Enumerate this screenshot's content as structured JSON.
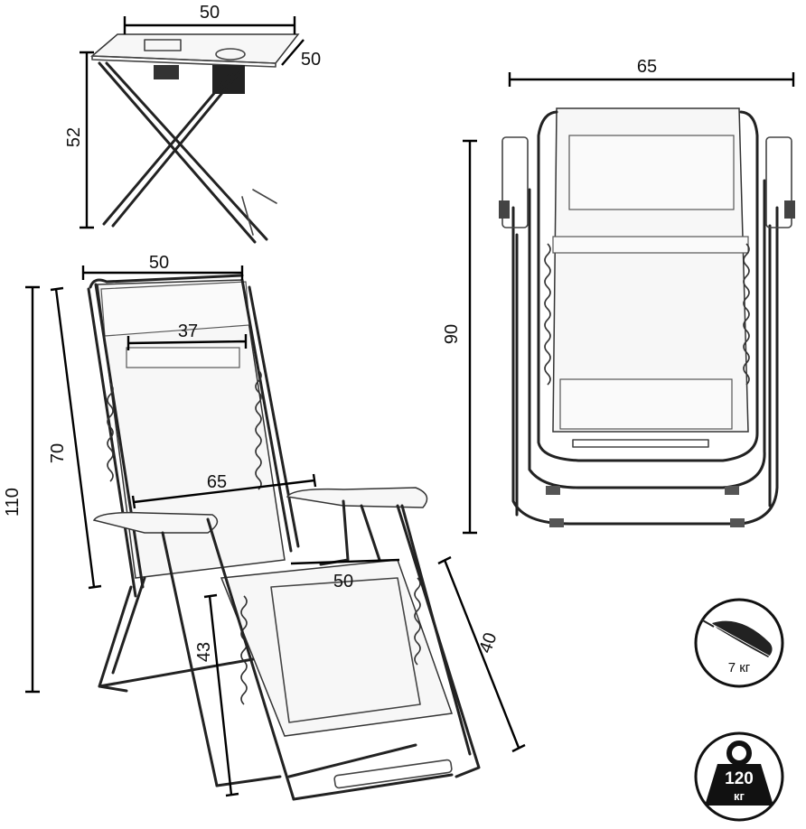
{
  "table": {
    "width": "50",
    "depth": "50",
    "height": "52"
  },
  "chair_side": {
    "width_top": "50",
    "headrest_width": "37",
    "total_height": "110",
    "backrest_length": "70",
    "armrest_width": "65",
    "seat_width": "50",
    "seat_height": "43",
    "leg_length": "40"
  },
  "chair_front": {
    "width": "65",
    "height": "90"
  },
  "weight": {
    "value": "7 кг",
    "icon": "feather-icon"
  },
  "max_load": {
    "value": "120",
    "unit": "кг",
    "icon": "kettlebell-icon"
  }
}
